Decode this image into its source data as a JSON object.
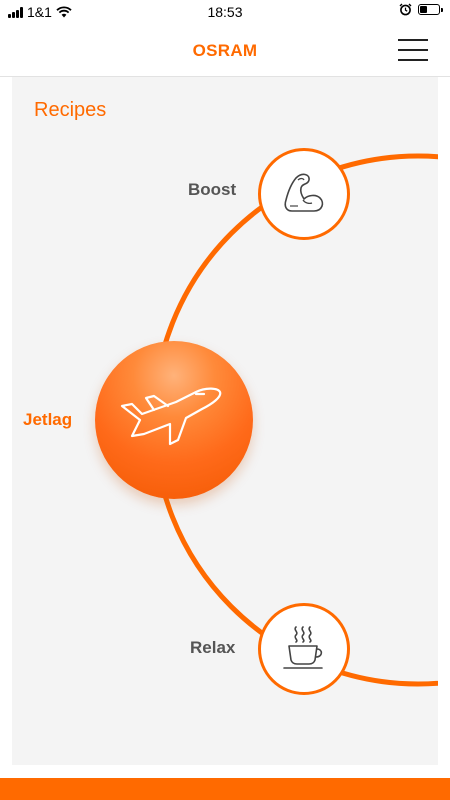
{
  "status_bar": {
    "carrier": "1&1",
    "time": "18:53"
  },
  "header": {
    "brand": "OSRAM",
    "menu_icon": "hamburger-menu-icon"
  },
  "main": {
    "section_title": "Recipes",
    "recipes": [
      {
        "label": "Boost",
        "icon": "flexed-arm-icon",
        "selected": false
      },
      {
        "label": "Jetlag",
        "icon": "airplane-icon",
        "selected": true
      },
      {
        "label": "Relax",
        "icon": "coffee-cup-icon",
        "selected": false
      }
    ]
  },
  "colors": {
    "accent": "#ff6a00",
    "label_inactive": "#555555",
    "panel_background": "#f4f4f4"
  }
}
